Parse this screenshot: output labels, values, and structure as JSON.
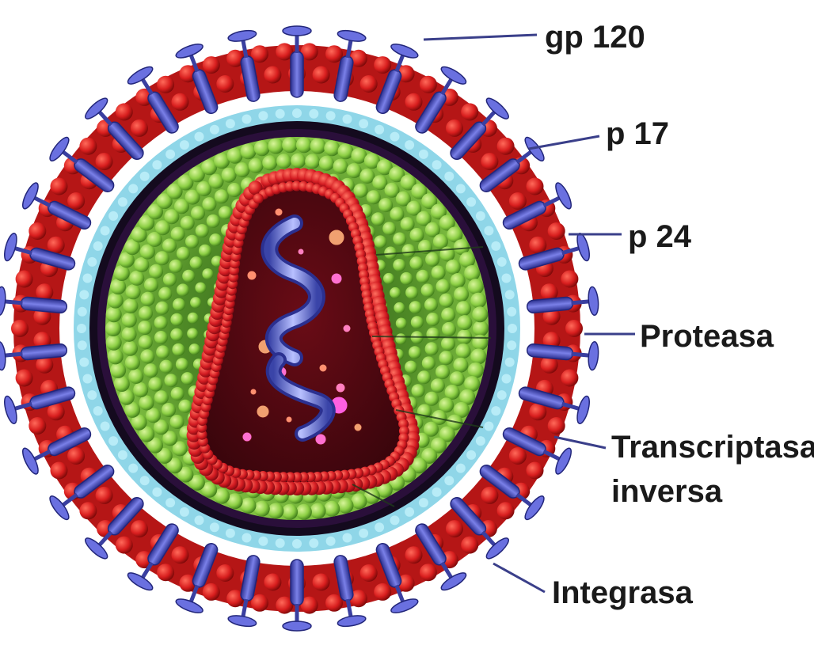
{
  "labels": {
    "gp120": "gp 120",
    "p17": "p 17",
    "p24": "p 24",
    "proteasa": "Proteasa",
    "transcriptasa_line1": "Transcriptasa",
    "transcriptasa_line2": "inversa",
    "integrasa": "Integrasa"
  },
  "colors": {
    "envelope_red": "#d81e1e",
    "envelope_dark_red": "#8e0c0c",
    "glycoprotein_blue": "#5a5fd0",
    "glycoprotein_dark": "#2b2f8f",
    "matrix_lightblue": "#8fd6e8",
    "shell_black": "#140a1e",
    "capsid_green": "#7fc23a",
    "capsid_dark_green": "#2f5d1a",
    "core_red": "#d41c22",
    "core_interior": "#4a0810",
    "rna_ribbon": "#6a78d8"
  },
  "icons": {
    "glycoprotein": "gp120-spike-icon",
    "rna": "rna-ribbon-icon",
    "enzyme_particle": "enzyme-particle-icon"
  }
}
